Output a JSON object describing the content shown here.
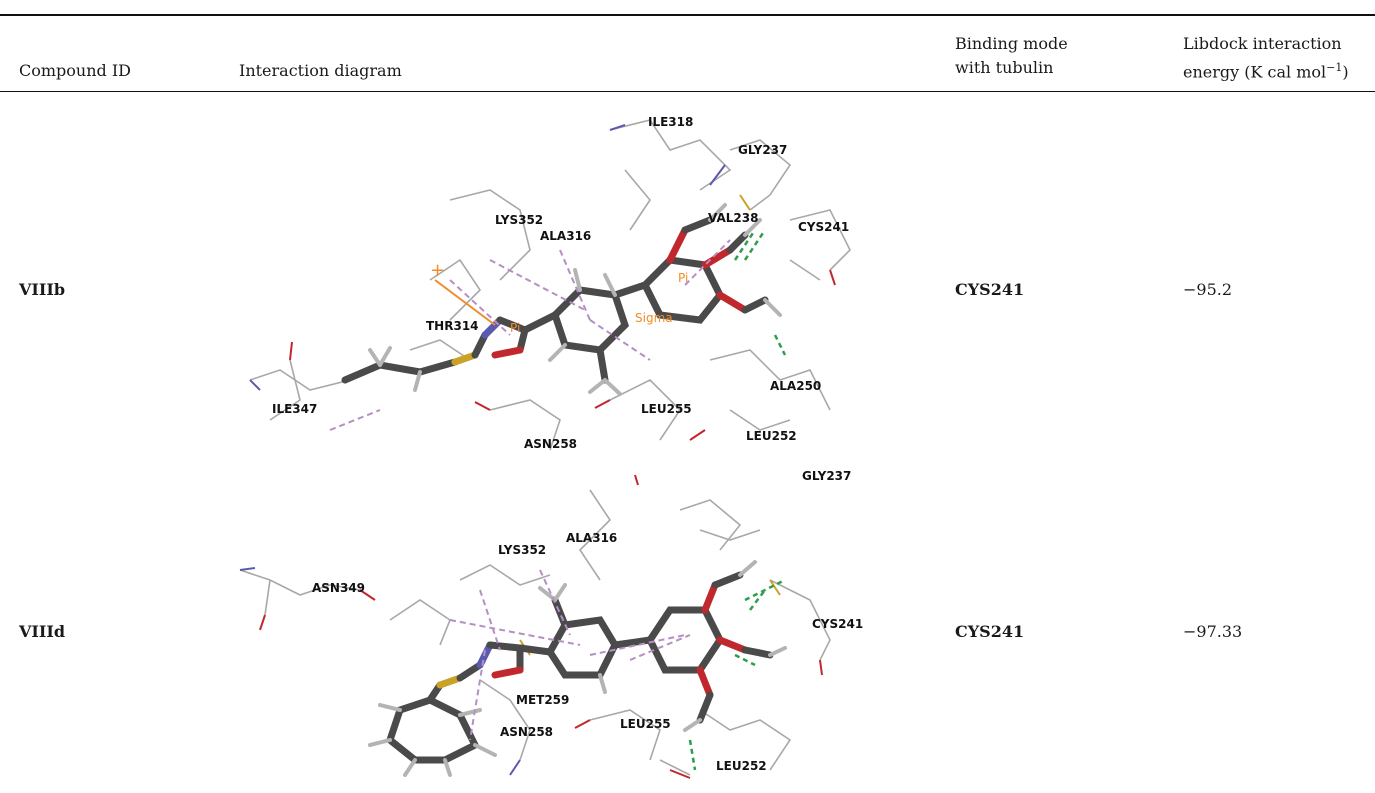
{
  "table": {
    "headers": {
      "compound_id": "Compound ID",
      "diagram": "Interaction diagram",
      "binding_mode_line1": "Binding mode",
      "binding_mode_line2": "with tubulin",
      "energy_line1": "Libdock interaction",
      "energy_line2_prefix": "energy (K cal mol",
      "energy_sup": "−1",
      "energy_suffix": ")"
    },
    "rows": [
      {
        "compound": "VIIIb",
        "binding_mode": "CYS241",
        "energy": "−95.2",
        "residue_labels": [
          "ILE318",
          "GLY237",
          "LYS352",
          "VAL238",
          "CYS241",
          "ALA316",
          "THR314",
          "ALA250",
          "ILE347",
          "LEU255",
          "LEU252",
          "ASN258"
        ],
        "interaction_labels": [
          "Pi",
          "Sigma",
          "Pi",
          "+"
        ]
      },
      {
        "compound": "VIIId",
        "binding_mode": "CYS241",
        "energy": "−97.33",
        "residue_labels": [
          "GLY237",
          "ALA316",
          "LYS352",
          "ASN349",
          "CYS241",
          "MET259",
          "LEU255",
          "ASN258",
          "LEU252"
        ]
      }
    ]
  },
  "colors": {
    "carbon": "#4a4a4a",
    "nitrogen": "#5a5ab0",
    "oxygen": "#c0282e",
    "sulfur": "#c9a227",
    "hydrogen": "#b4b4b4",
    "residue_line": "#a8a8a8",
    "pi_alkyl": "#b58fc4",
    "h_bond": "#2e9e4a",
    "pi_cation": "#f28c28"
  }
}
